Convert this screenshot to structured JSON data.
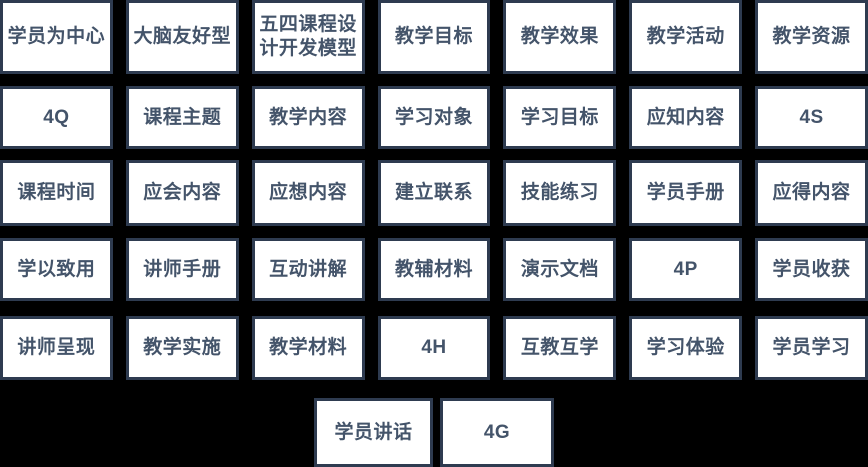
{
  "colors": {
    "background": "#000000",
    "card_fill": "#ffffff",
    "card_border": "#2e3b50",
    "card_text": "#44546a"
  },
  "board": {
    "rows": [
      {
        "cells": [
          "学员为中心",
          "大脑友好型",
          "五四课程设\n计开发模型",
          "教学目标",
          "教学效果",
          "教学活动",
          "教学资源"
        ]
      },
      {
        "cells": [
          "4Q",
          "课程主题",
          "教学内容",
          "学习对象",
          "学习目标",
          "应知内容",
          "4S"
        ]
      },
      {
        "cells": [
          "课程时间",
          "应会内容",
          "应想内容",
          "建立联系",
          "技能练习",
          "学员手册",
          "应得内容"
        ]
      },
      {
        "cells": [
          "学以致用",
          "讲师手册",
          "互动讲解",
          "教辅材料",
          "演示文档",
          "4P",
          "学员收获"
        ]
      },
      {
        "cells": [
          "讲师呈现",
          "教学实施",
          "教学材料",
          "4H",
          "互教互学",
          "学习体验",
          "学员学习"
        ]
      }
    ],
    "bottom_row": {
      "cells": [
        "学员讲话",
        "4G"
      ]
    }
  }
}
